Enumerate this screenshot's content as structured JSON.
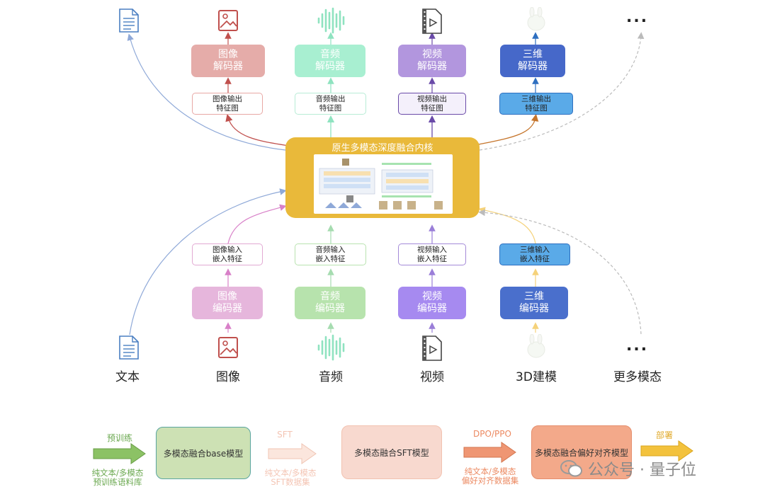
{
  "decoders": [
    {
      "label": "图像\n解码器",
      "color": "#e5aca9"
    },
    {
      "label": "音频\n解码器",
      "color": "#a8efd1"
    },
    {
      "label": "视频\n解码器",
      "color": "#b296de"
    },
    {
      "label": "三维\n解码器",
      "color": "#4668c9"
    }
  ],
  "output_features": [
    {
      "label": "图像输出\n特征图",
      "border": "#e8a8a4",
      "bg": "#ffffff"
    },
    {
      "label": "音频输出\n特征图",
      "border": "#b8ecd6",
      "bg": "#ffffff"
    },
    {
      "label": "视频输出\n特征图",
      "border": "#6a4aa8",
      "bg": "#f4f0fb"
    },
    {
      "label": "三维输出\n特征图",
      "border": "#2e6fc0",
      "bg": "#5aaae8"
    }
  ],
  "core": {
    "title": "原生多模态深度融合内核"
  },
  "input_features": [
    {
      "label": "图像输入\n嵌入特征",
      "border": "#e2a9d3",
      "bg": "#ffffff"
    },
    {
      "label": "音频输入\n嵌入特征",
      "border": "#b9e3b0",
      "bg": "#ffffff"
    },
    {
      "label": "视频输入\n嵌入特征",
      "border": "#a48ad8",
      "bg": "#ffffff"
    },
    {
      "label": "三维输入\n嵌入特征",
      "border": "#2e6fc0",
      "bg": "#5aaae8"
    }
  ],
  "encoders": [
    {
      "label": "图像\n编码器",
      "color": "#e6b6dc"
    },
    {
      "label": "音频\n编码器",
      "color": "#b7e3ad"
    },
    {
      "label": "视频\n编码器",
      "color": "#a68af0"
    },
    {
      "label": "三维\n编码器",
      "color": "#4a6fcc"
    }
  ],
  "modalities": [
    "文本",
    "图像",
    "音频",
    "视频",
    "3D建模",
    "更多模态"
  ],
  "more_dots": "...",
  "icons": [
    "document-icon",
    "image-icon",
    "audio-wave-icon",
    "video-file-icon",
    "3d-model-icon"
  ],
  "pipeline": {
    "stages": [
      {
        "label": "多模态融合base模型",
        "bg": "#cde1b4",
        "border": "#5aa5a0"
      },
      {
        "label": "多模态融合SFT模型",
        "bg": "#f8d9cf",
        "border": "#f2c2b0"
      },
      {
        "label": "多模态融合偏好对齐模型",
        "bg": "#f3a98a",
        "border": "#e58e6c"
      }
    ],
    "steps": [
      {
        "title": "预训练",
        "sub": "纯文本/多模态\n预训练语料库",
        "color": "#6aa84f",
        "arrow": "#8cc265"
      },
      {
        "title": "SFT",
        "sub": "纯文本/多模态\nSFT数据集",
        "color": "#f4c5b4",
        "arrow": "#f8c6b4"
      },
      {
        "title": "DPO/PPO",
        "sub": "纯文本/多模态\n偏好对齐数据集",
        "color": "#ec8a62",
        "arrow": "#ef9673"
      },
      {
        "title": "部署",
        "sub": "",
        "color": "#e0a92a",
        "arrow": "#f3c23d"
      }
    ]
  },
  "watermark": "公众号 · 量子位"
}
